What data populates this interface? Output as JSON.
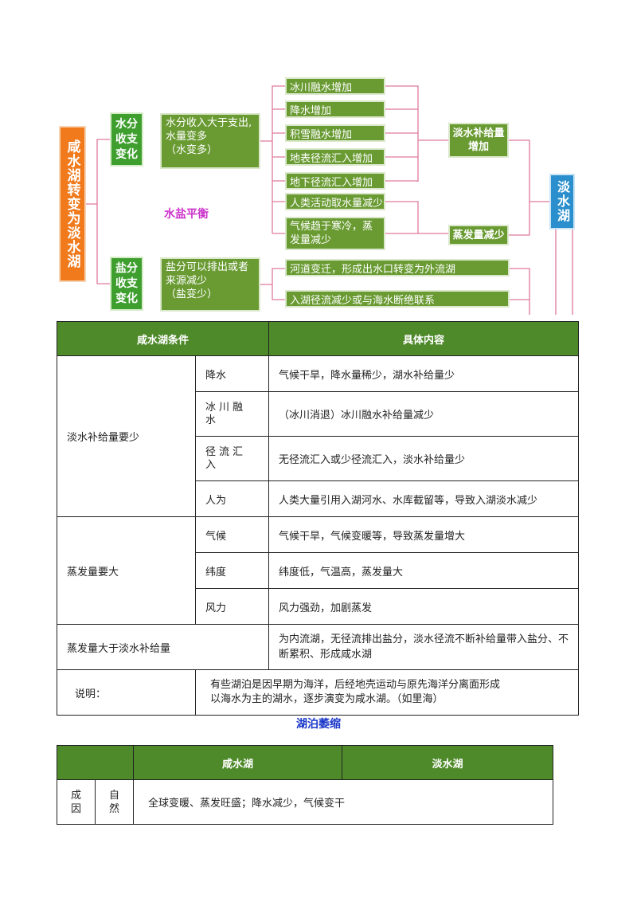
{
  "mindmap": {
    "root": "咸水湖转变为淡水湖",
    "water_category": "水分\n收支\n变化",
    "water_desc": "水分收入大于支出,\n水量变多\n  （水变多）",
    "salt_category": "盐分\n收支\n变化",
    "salt_desc": "盐分可以排出或者\n来源减少\n  （盐变少）",
    "balance_label": "水盐平衡",
    "water_leaves": [
      "冰川融水增加",
      "降水增加",
      "积雪融水增加",
      "地表径流汇入增加",
      "地下径流汇入增加",
      "人类活动取水量减少",
      "气候趋于寒冷，蒸\n发量减少"
    ],
    "salt_leaves": [
      "河道变迁，形成出水口转变为外流湖",
      "入湖径流减少或与海水断绝联系"
    ],
    "supply_result": "淡水补给量\n增加",
    "evap_result": "蒸发量减少",
    "final": "淡水湖"
  },
  "table1": {
    "headers": [
      "咸水湖条件",
      "具体内容"
    ],
    "groups": [
      {
        "label": "淡水补给量要少",
        "rows": [
          {
            "factor": "降水",
            "content": "气候干旱，降水量稀少，湖水补给量少"
          },
          {
            "factor": "冰川融水",
            "content": "（冰川消退）冰川融水补给量减少"
          },
          {
            "factor": "径流汇入",
            "content": "无径流汇入或少径流汇入，淡水补给量少"
          },
          {
            "factor": "人为",
            "content": "人类大量引用入湖河水、水库截留等，导致入湖淡水减少"
          }
        ]
      },
      {
        "label": "蒸发量要大",
        "rows": [
          {
            "factor": "气候",
            "content": "气候干旱，气候变暖等，导致蒸发量增大"
          },
          {
            "factor": "纬度",
            "content": "纬度低，气温高，蒸发量大"
          },
          {
            "factor": "风力",
            "content": "风力强劲，加剧蒸发"
          }
        ]
      }
    ],
    "summary_label": "蒸发量大于淡水补给量",
    "summary_content": "为内流湖，无径流排出盐分，淡水径流不断补给量带入盐分、不断累积、形成咸水湖",
    "note_label": "说明：",
    "note_content": "有些湖泊是因早期为海洋，后经地壳运动与原先海洋分离面形成以海水为主的湖水，逐步演变为咸水湖。（如里海）"
  },
  "section2_title": "湖泊萎缩",
  "table2": {
    "headers": [
      "",
      "咸水湖",
      "淡水湖"
    ],
    "row_label1": "成\n因",
    "row_label2": "自\n然",
    "row_content": "全球变暖、蒸发旺盛；降水减少，气候变干"
  }
}
